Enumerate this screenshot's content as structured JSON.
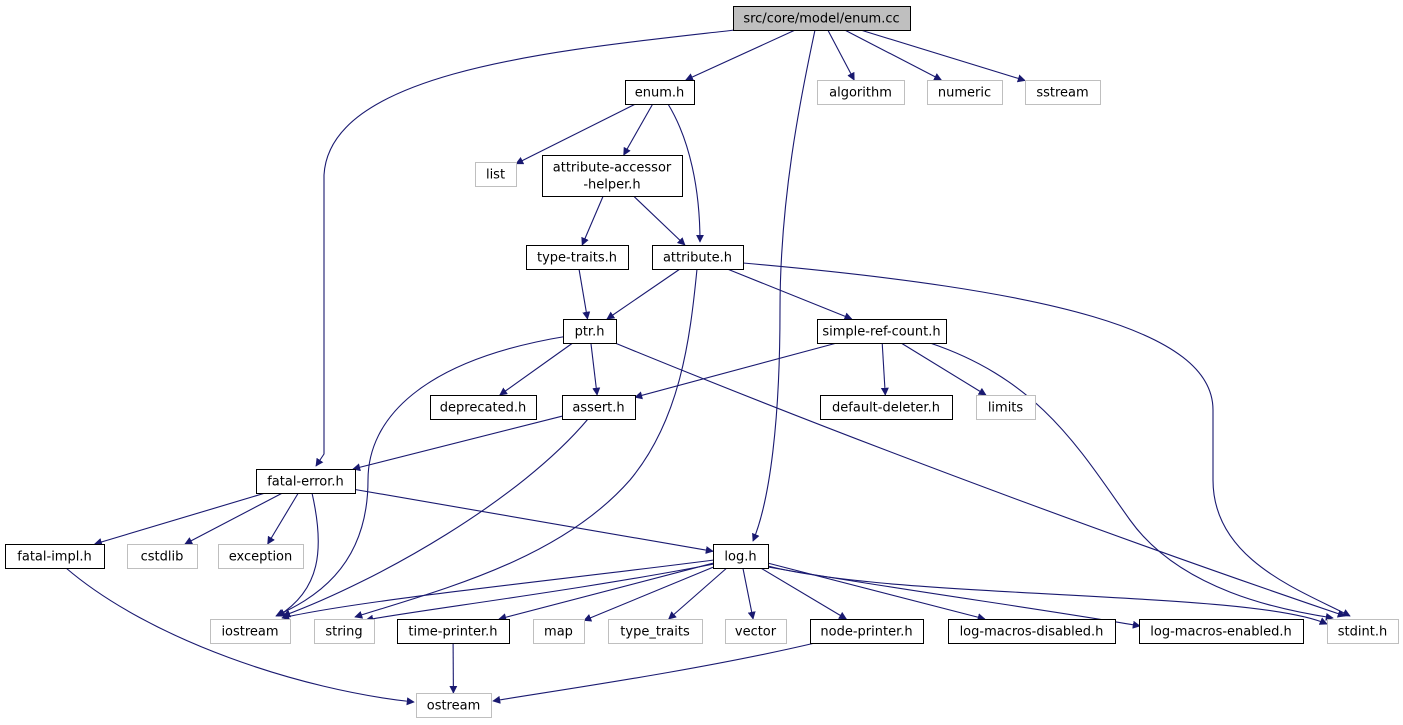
{
  "graph": {
    "colors": {
      "edge": "#191970",
      "root_fill": "#bfbfbf",
      "root_border": "#000000",
      "local_border": "#000000",
      "system_border": "#bfbfbf",
      "system_text": "#555555"
    },
    "nodes": [
      {
        "id": "enum_cc",
        "label": "src/core/model/enum.cc",
        "kind": "root"
      },
      {
        "id": "enum_h",
        "label": "enum.h",
        "kind": "local"
      },
      {
        "id": "algorithm",
        "label": "algorithm",
        "kind": "system"
      },
      {
        "id": "numeric",
        "label": "numeric",
        "kind": "system"
      },
      {
        "id": "sstream",
        "label": "sstream",
        "kind": "system"
      },
      {
        "id": "list",
        "label": "list",
        "kind": "system"
      },
      {
        "id": "aah",
        "label": "attribute-accessor\n-helper.h",
        "kind": "local"
      },
      {
        "id": "type_traits_h",
        "label": "type-traits.h",
        "kind": "local"
      },
      {
        "id": "attribute_h",
        "label": "attribute.h",
        "kind": "local"
      },
      {
        "id": "ptr_h",
        "label": "ptr.h",
        "kind": "local"
      },
      {
        "id": "src_h",
        "label": "simple-ref-count.h",
        "kind": "local"
      },
      {
        "id": "deprecated_h",
        "label": "deprecated.h",
        "kind": "local"
      },
      {
        "id": "assert_h",
        "label": "assert.h",
        "kind": "local"
      },
      {
        "id": "dd_h",
        "label": "default-deleter.h",
        "kind": "local"
      },
      {
        "id": "limits",
        "label": "limits",
        "kind": "system"
      },
      {
        "id": "fatal_error_h",
        "label": "fatal-error.h",
        "kind": "local"
      },
      {
        "id": "fatal_impl_h",
        "label": "fatal-impl.h",
        "kind": "local"
      },
      {
        "id": "cstdlib",
        "label": "cstdlib",
        "kind": "system"
      },
      {
        "id": "exception",
        "label": "exception",
        "kind": "system"
      },
      {
        "id": "log_h",
        "label": "log.h",
        "kind": "local"
      },
      {
        "id": "iostream",
        "label": "iostream",
        "kind": "system"
      },
      {
        "id": "string",
        "label": "string",
        "kind": "system"
      },
      {
        "id": "tp_h",
        "label": "time-printer.h",
        "kind": "local"
      },
      {
        "id": "map",
        "label": "map",
        "kind": "system"
      },
      {
        "id": "type_traits",
        "label": "type_traits",
        "kind": "system"
      },
      {
        "id": "vector",
        "label": "vector",
        "kind": "system"
      },
      {
        "id": "np_h",
        "label": "node-printer.h",
        "kind": "local"
      },
      {
        "id": "lmd_h",
        "label": "log-macros-disabled.h",
        "kind": "local"
      },
      {
        "id": "lme_h",
        "label": "log-macros-enabled.h",
        "kind": "local"
      },
      {
        "id": "stdint_h",
        "label": "stdint.h",
        "kind": "system"
      },
      {
        "id": "ostream",
        "label": "ostream",
        "kind": "system"
      }
    ],
    "edges": [
      {
        "from": "enum_cc",
        "to": "enum_h"
      },
      {
        "from": "enum_cc",
        "to": "fatal_error_h"
      },
      {
        "from": "enum_cc",
        "to": "log_h"
      },
      {
        "from": "enum_cc",
        "to": "algorithm"
      },
      {
        "from": "enum_cc",
        "to": "numeric"
      },
      {
        "from": "enum_cc",
        "to": "sstream"
      },
      {
        "from": "enum_h",
        "to": "list"
      },
      {
        "from": "enum_h",
        "to": "aah"
      },
      {
        "from": "enum_h",
        "to": "attribute_h"
      },
      {
        "from": "aah",
        "to": "type_traits_h"
      },
      {
        "from": "aah",
        "to": "attribute_h"
      },
      {
        "from": "type_traits_h",
        "to": "ptr_h"
      },
      {
        "from": "attribute_h",
        "to": "ptr_h"
      },
      {
        "from": "attribute_h",
        "to": "src_h"
      },
      {
        "from": "attribute_h",
        "to": "string"
      },
      {
        "from": "attribute_h",
        "to": "stdint_h"
      },
      {
        "from": "ptr_h",
        "to": "deprecated_h"
      },
      {
        "from": "ptr_h",
        "to": "assert_h"
      },
      {
        "from": "ptr_h",
        "to": "iostream"
      },
      {
        "from": "ptr_h",
        "to": "stdint_h"
      },
      {
        "from": "src_h",
        "to": "assert_h"
      },
      {
        "from": "src_h",
        "to": "dd_h"
      },
      {
        "from": "src_h",
        "to": "limits"
      },
      {
        "from": "src_h",
        "to": "stdint_h"
      },
      {
        "from": "assert_h",
        "to": "fatal_error_h"
      },
      {
        "from": "assert_h",
        "to": "iostream"
      },
      {
        "from": "fatal_error_h",
        "to": "fatal_impl_h"
      },
      {
        "from": "fatal_error_h",
        "to": "cstdlib"
      },
      {
        "from": "fatal_error_h",
        "to": "exception"
      },
      {
        "from": "fatal_error_h",
        "to": "iostream"
      },
      {
        "from": "fatal_error_h",
        "to": "log_h"
      },
      {
        "from": "fatal_impl_h",
        "to": "ostream"
      },
      {
        "from": "log_h",
        "to": "iostream"
      },
      {
        "from": "log_h",
        "to": "string"
      },
      {
        "from": "log_h",
        "to": "tp_h"
      },
      {
        "from": "log_h",
        "to": "map"
      },
      {
        "from": "log_h",
        "to": "type_traits"
      },
      {
        "from": "log_h",
        "to": "vector"
      },
      {
        "from": "log_h",
        "to": "np_h"
      },
      {
        "from": "log_h",
        "to": "lmd_h"
      },
      {
        "from": "log_h",
        "to": "lme_h"
      },
      {
        "from": "log_h",
        "to": "stdint_h"
      },
      {
        "from": "tp_h",
        "to": "ostream"
      },
      {
        "from": "np_h",
        "to": "ostream"
      }
    ]
  }
}
